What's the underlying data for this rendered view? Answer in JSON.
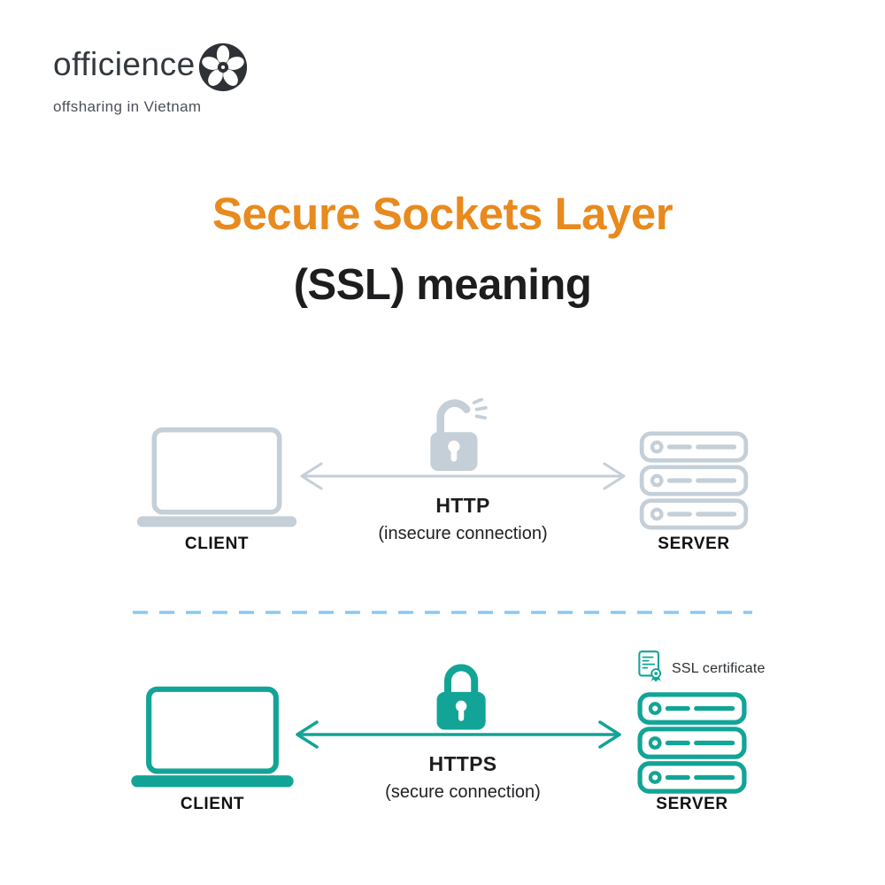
{
  "logo": {
    "name": "officience",
    "tagline": "offsharing in Vietnam"
  },
  "title": {
    "line1": "Secure Sockets Layer",
    "line2": "(SSL) meaning"
  },
  "http_flow": {
    "client_label": "CLIENT",
    "server_label": "SERVER",
    "protocol": "HTTP",
    "connection_note": "(insecure connection)",
    "lock_state": "unlocked"
  },
  "https_flow": {
    "client_label": "CLIENT",
    "server_label": "SERVER",
    "protocol": "HTTPS",
    "connection_note": "(secure connection)",
    "lock_state": "locked",
    "certificate_label": "SSL certificate"
  },
  "colors": {
    "accent-orange": "#E88A1E",
    "insecure-gray": "#C4CFD8",
    "secure-teal": "#12A496",
    "divider-blue": "#8BC8F0",
    "text-dark": "#1D1D1F",
    "logo-dark": "#33383E",
    "tagline-gray": "#4B5057"
  }
}
